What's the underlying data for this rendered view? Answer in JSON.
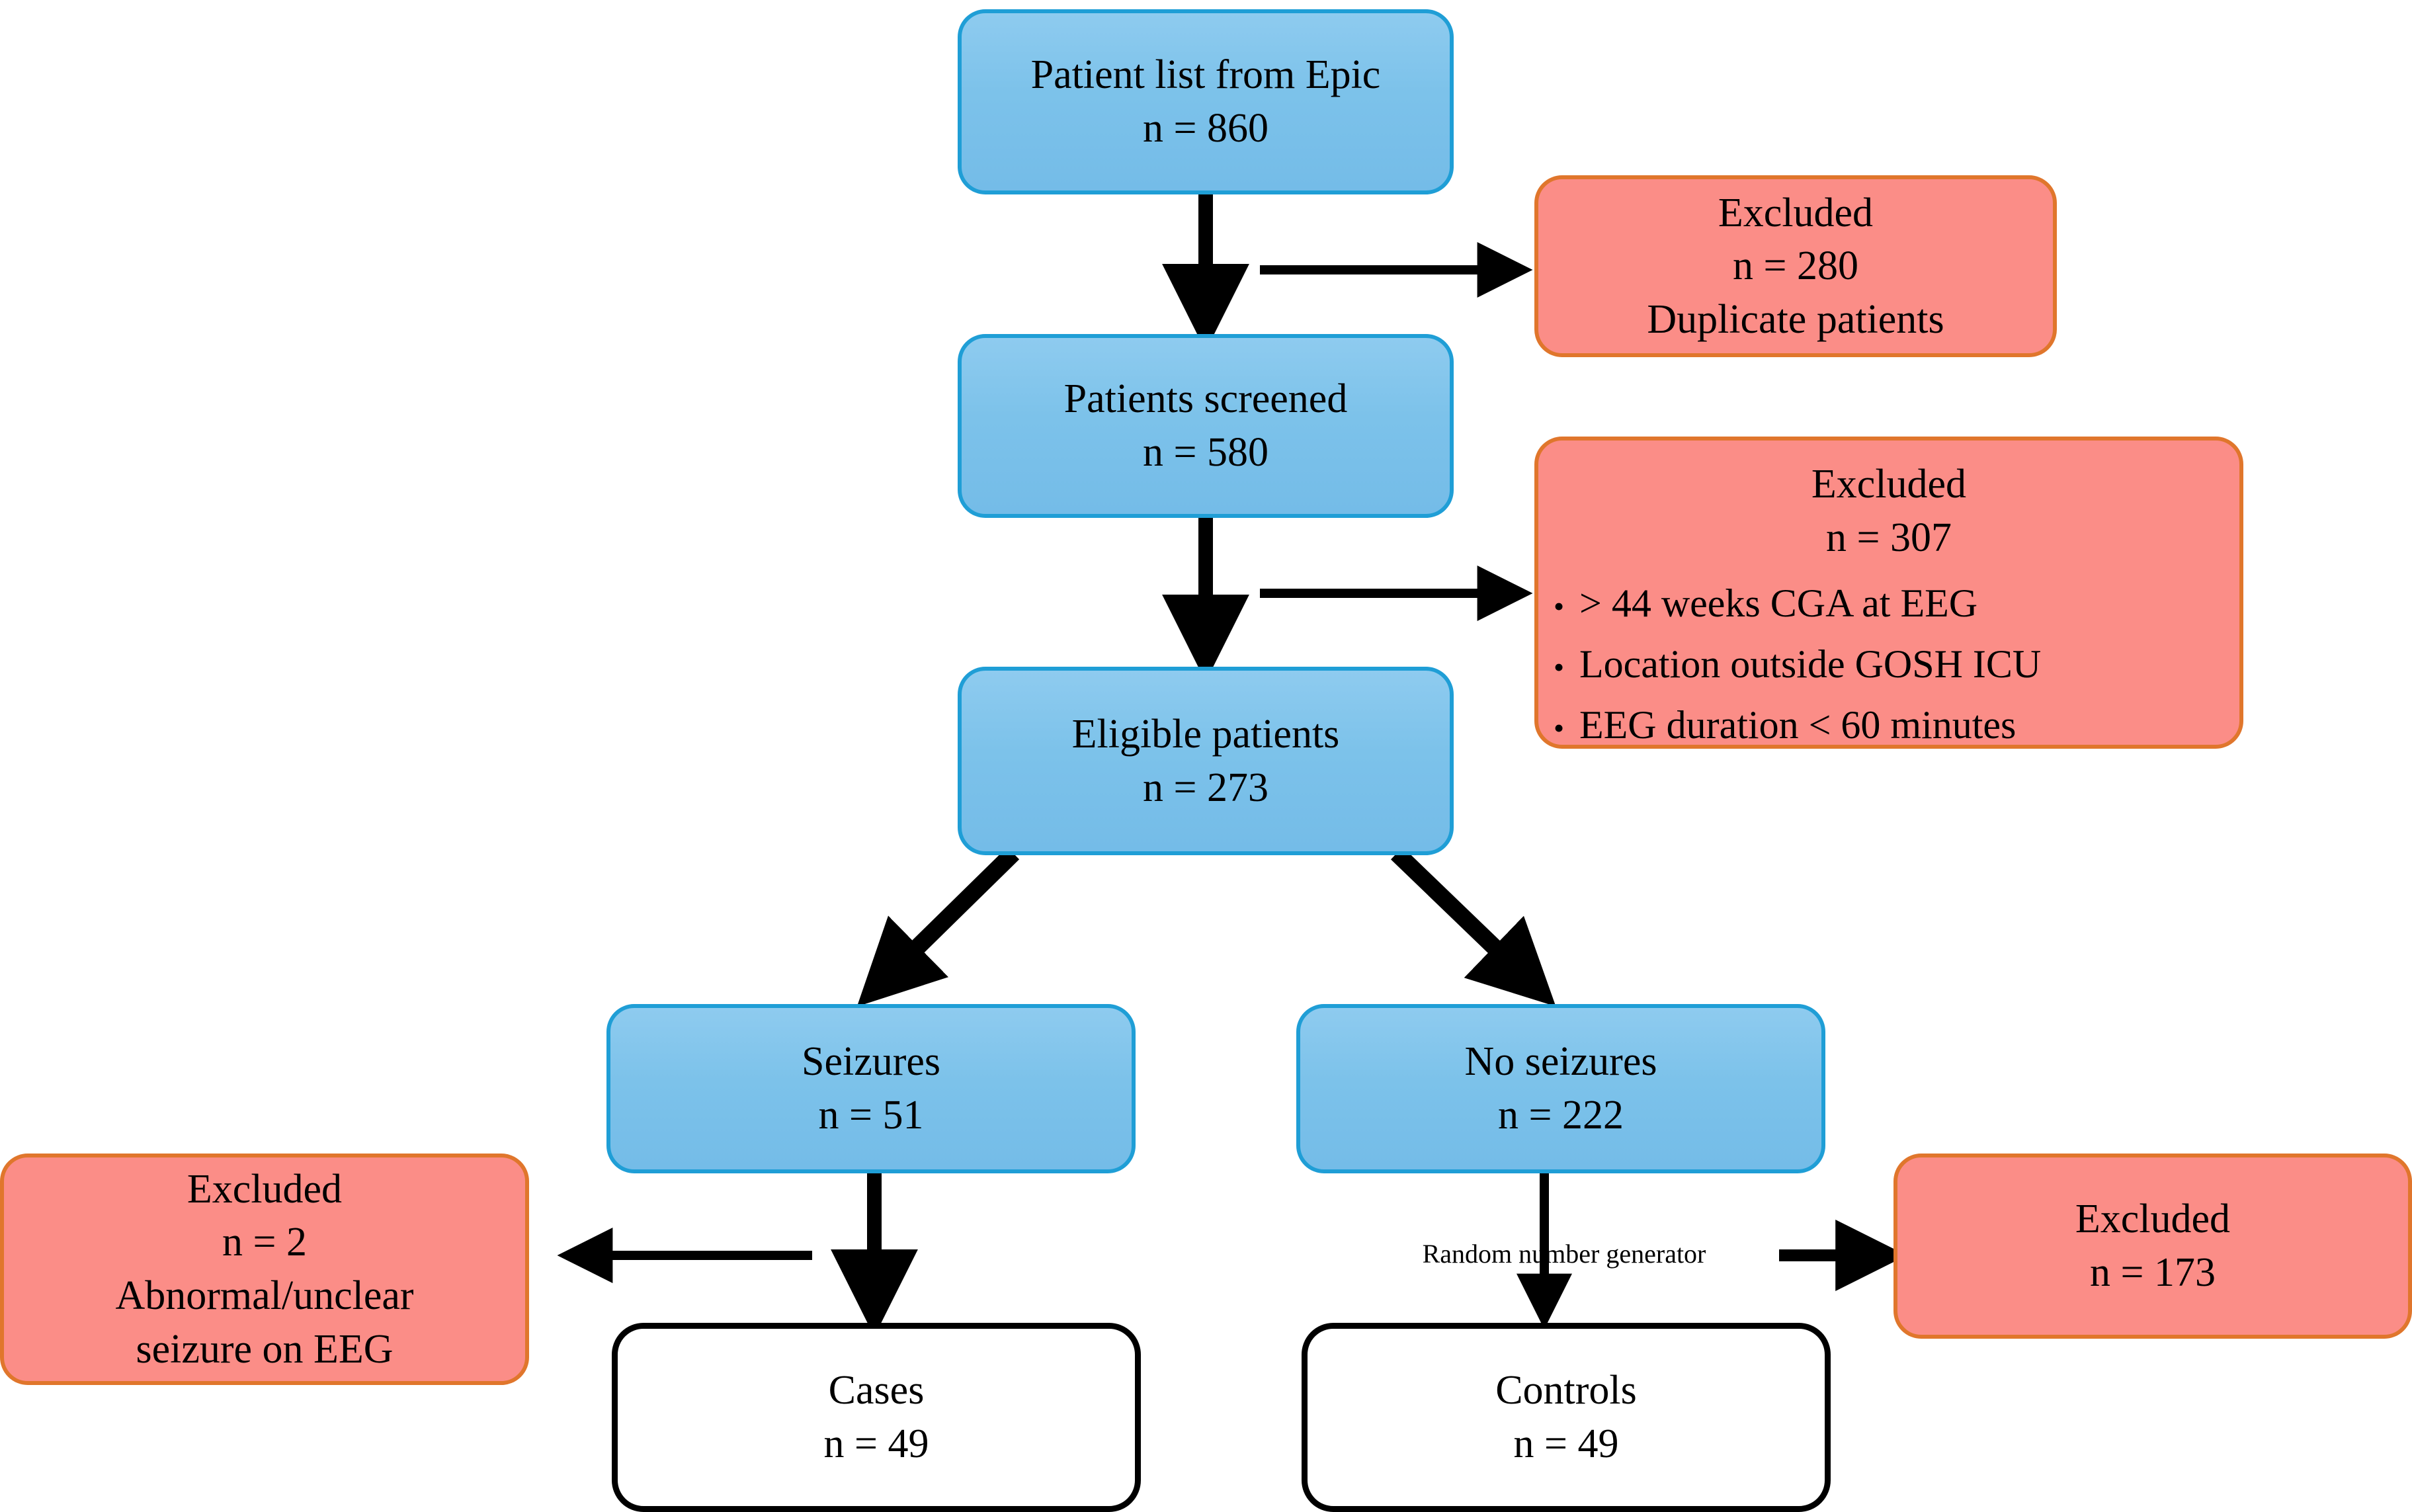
{
  "diagram": {
    "title": "Patient selection flow diagram",
    "colors": {
      "process_fill": "#7cc2ea",
      "process_border": "#1f9ed6",
      "exclusion_fill": "#fb8d87",
      "exclusion_border": "#e0762c",
      "outcome_fill": "#ffffff",
      "outcome_border": "#000000",
      "arrow": "#000000",
      "background": "#ffffff"
    }
  },
  "nodes": {
    "source": {
      "label": "Patient list from Epic",
      "count": "n = 860"
    },
    "screened": {
      "label": "Patients screened",
      "count": "n = 580"
    },
    "eligible": {
      "label": "Eligible patients",
      "count": "n = 273"
    },
    "seizures": {
      "label": "Seizures",
      "count": "n = 51"
    },
    "no_seizures": {
      "label": "No seizures",
      "count": "n = 222"
    },
    "cases": {
      "label": "Cases",
      "count": "n = 49"
    },
    "controls": {
      "label": "Controls",
      "count": "n = 49"
    }
  },
  "exclusions": {
    "duplicates": {
      "label": "Excluded",
      "count": "n = 280",
      "reason": "Duplicate patients"
    },
    "criteria": {
      "label": "Excluded",
      "count": "n = 307",
      "bullet_marker": "•",
      "reasons": [
        "> 44 weeks CGA at EEG",
        "Location outside GOSH ICU",
        "EEG duration < 60 minutes"
      ]
    },
    "unclear_seizure": {
      "label": "Excluded",
      "count": "n = 2",
      "reason_line1": "Abnormal/unclear",
      "reason_line2": "seizure on EEG"
    },
    "not_sampled": {
      "label": "Excluded",
      "count": "n = 173"
    }
  },
  "edge_labels": {
    "random_number_generator": "Random number generator"
  }
}
